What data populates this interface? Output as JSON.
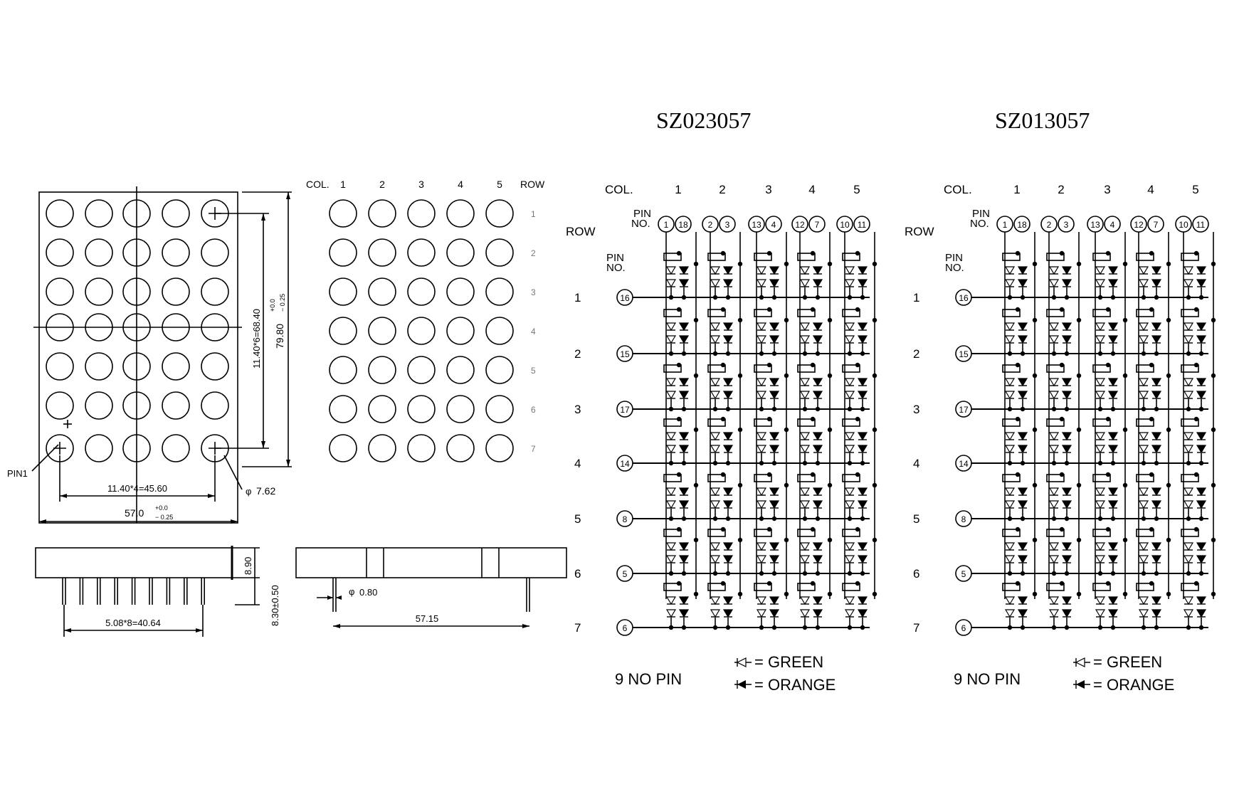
{
  "mechanical": {
    "pin1_label": "PIN1",
    "dim_pitch_h": "11.40*4=45.60",
    "dim_width_main": "57.0",
    "dim_width_tol_plus": "+0.0",
    "dim_width_tol_minus": "− 0.25",
    "dim_pitch_v": "11.40*6=68.40",
    "dim_height_main": "79.80",
    "dim_height_tol_plus": "+0.0",
    "dim_height_tol_minus": "− 0.25",
    "dim_dot_dia": "7.62",
    "dim_pin_pitch": "5.08*8=40.64",
    "dim_body_thickness": "8.90",
    "dim_pin_length": "8.30±0.50",
    "dim_pin_dia": "0.80",
    "dim_pin_span": "57.15",
    "phi_symbol": "φ"
  },
  "front_view": {
    "col_label": "COL.",
    "row_label": "ROW",
    "columns": [
      "1",
      "2",
      "3",
      "4",
      "5"
    ],
    "rows": [
      "1",
      "2",
      "3",
      "4",
      "5",
      "6",
      "7"
    ]
  },
  "schematics": [
    {
      "part_number": "SZ023057",
      "col_label": "COL.",
      "row_label": "ROW",
      "pin_header": [
        "PIN",
        "NO."
      ],
      "columns": [
        "1",
        "2",
        "3",
        "4",
        "5"
      ],
      "column_pins": [
        [
          "1",
          "18"
        ],
        [
          "2",
          "3"
        ],
        [
          "13",
          "4"
        ],
        [
          "12",
          "7"
        ],
        [
          "10",
          "11"
        ]
      ],
      "rows": [
        "1",
        "2",
        "3",
        "4",
        "5",
        "6",
        "7"
      ],
      "row_pins": [
        "16",
        "15",
        "17",
        "14",
        "8",
        "5",
        "6"
      ],
      "no_pin_note": "9  NO  PIN",
      "legend": [
        {
          "symbol": "open-diode",
          "text": "= GREEN"
        },
        {
          "symbol": "filled-diode",
          "text": "= ORANGE"
        }
      ]
    },
    {
      "part_number": "SZ013057",
      "col_label": "COL.",
      "row_label": "ROW",
      "pin_header": [
        "PIN",
        "NO."
      ],
      "columns": [
        "1",
        "2",
        "3",
        "4",
        "5"
      ],
      "column_pins": [
        [
          "1",
          "18"
        ],
        [
          "2",
          "3"
        ],
        [
          "13",
          "4"
        ],
        [
          "12",
          "7"
        ],
        [
          "10",
          "11"
        ]
      ],
      "rows": [
        "1",
        "2",
        "3",
        "4",
        "5",
        "6",
        "7"
      ],
      "row_pins": [
        "16",
        "15",
        "17",
        "14",
        "8",
        "5",
        "6"
      ],
      "no_pin_note": "9  NO  PIN",
      "legend": [
        {
          "symbol": "open-diode",
          "text": "= GREEN"
        },
        {
          "symbol": "filled-diode",
          "text": "= ORANGE"
        }
      ]
    }
  ]
}
